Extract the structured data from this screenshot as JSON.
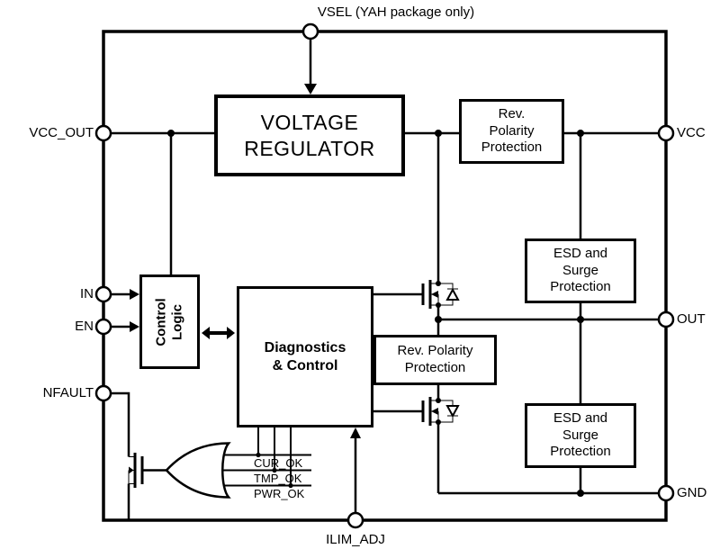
{
  "diagram": {
    "background": "#ffffff",
    "line_color": "#000000",
    "pins": {
      "vsel": "VSEL (YAH package only)",
      "vcc_out": "VCC_OUT",
      "in": "IN",
      "en": "EN",
      "nfault": "NFAULT",
      "ilim_adj": "ILIM_ADJ",
      "vcc": "VCC",
      "out": "OUT",
      "gnd": "GND"
    },
    "blocks": {
      "voltage_regulator": "VOLTAGE\nREGULATOR",
      "rev_polarity_top": "Rev.\nPolarity\nProtection",
      "esd_top": "ESD and\nSurge\nProtection",
      "rev_polarity_mid": "Rev. Polarity\nProtection",
      "esd_bottom": "ESD and\nSurge\nProtection",
      "control_logic": "Control\nLogic",
      "diagnostics": "Diagnostics\n& Control"
    },
    "signals": {
      "cur_ok": "CUR_OK",
      "tmp_ok": "TMP_OK",
      "pwr_ok": "PWR_OK"
    }
  }
}
